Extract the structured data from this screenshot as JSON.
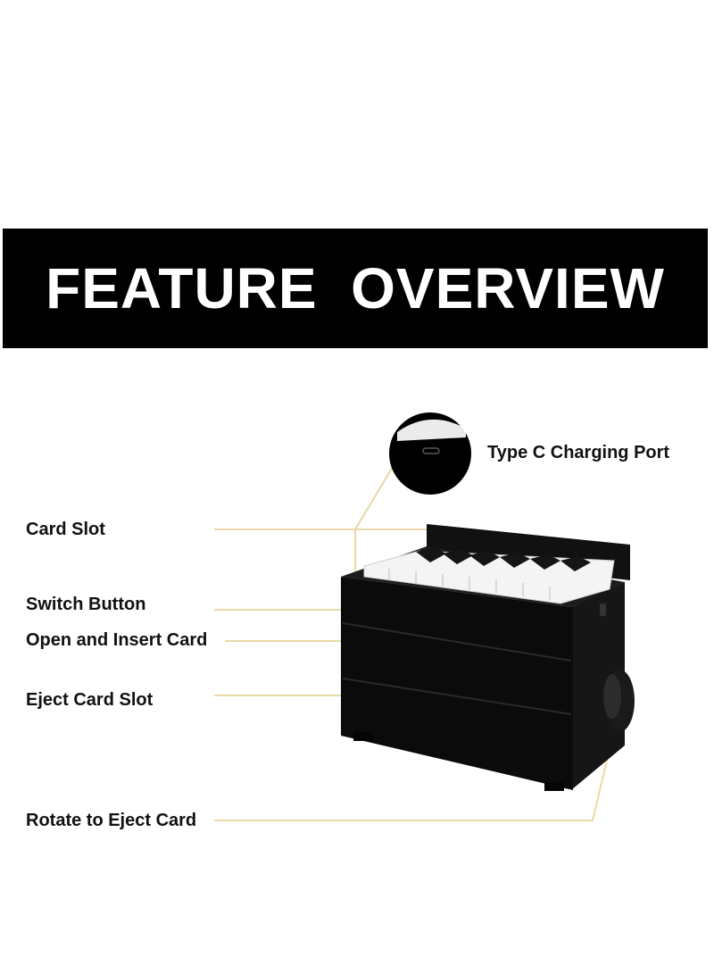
{
  "banner": {
    "title": "FEATURE  OVERVIEW"
  },
  "callouts": {
    "type_c_port": "Type C Charging Port",
    "card_slot": "Card Slot",
    "switch_button": "Switch Button",
    "open_insert_card": "Open and Insert Card",
    "eject_card_slot": "Eject Card Slot",
    "rotate_eject_card": "Rotate to Eject Card"
  },
  "colors": {
    "banner_bg": "#000000",
    "banner_text": "#ffffff",
    "leader_line": "#e8d9a6",
    "product_body": "#0d0d0d"
  }
}
